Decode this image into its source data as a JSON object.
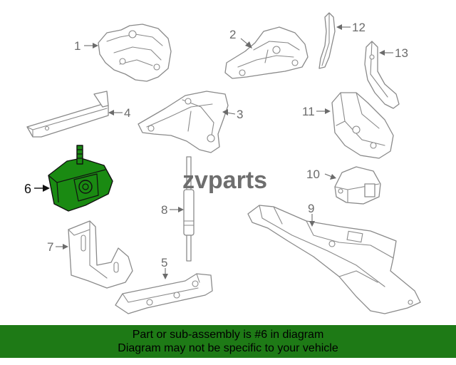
{
  "callouts": [
    "1",
    "2",
    "3",
    "4",
    "5",
    "6",
    "7",
    "8",
    "9",
    "10",
    "11",
    "12",
    "13"
  ],
  "highlighted_callout": "6",
  "watermark": "zvparts",
  "banner": {
    "line1": "Part or sub-assembly is #6 in diagram",
    "line2": "Diagram may not be specific to your vehicle"
  },
  "colors": {
    "highlight": "#1a8a12",
    "banner": "#1e7a16",
    "line_art": "#8a8a8a"
  }
}
